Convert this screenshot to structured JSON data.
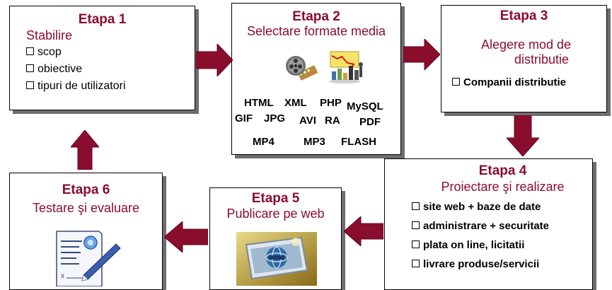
{
  "stage1": {
    "title": "Etapa 1",
    "subtitle": "Stabilire",
    "items": [
      "scop",
      "obiective",
      "tipuri de utilizatori"
    ]
  },
  "stage2": {
    "title": "Etapa 2",
    "subtitle": "Selectare formate media",
    "formats": [
      "HTML",
      "XML",
      "PHP",
      "MySQL",
      "GIF",
      "JPG",
      "AVI",
      "RA",
      "PDF",
      "MP4",
      "MP3",
      "FLASH"
    ]
  },
  "stage3": {
    "title": "Etapa 3",
    "subtitle_line1": "Alegere mod de",
    "subtitle_line2": "distributie",
    "items": [
      "Companii distributie"
    ]
  },
  "stage4": {
    "title": "Etapa 4",
    "subtitle": "Proiectare şi realizare",
    "items": [
      "site web + baze de date",
      "administrare + securitate",
      "plata on line, licitatii",
      "livrare produse/servicii"
    ]
  },
  "stage5": {
    "title": "Etapa 5",
    "subtitle": "Publicare pe web"
  },
  "stage6": {
    "title": "Etapa 6",
    "subtitle": "Testare şi evaluare"
  },
  "colors": {
    "accent": "#8b0d2e",
    "arrow": "#8b0d2e",
    "box_shadow": "#6e6e6e"
  },
  "icons": [
    "film-reel-icon",
    "chart-icon",
    "globe-web-icon",
    "document-pen-icon"
  ]
}
